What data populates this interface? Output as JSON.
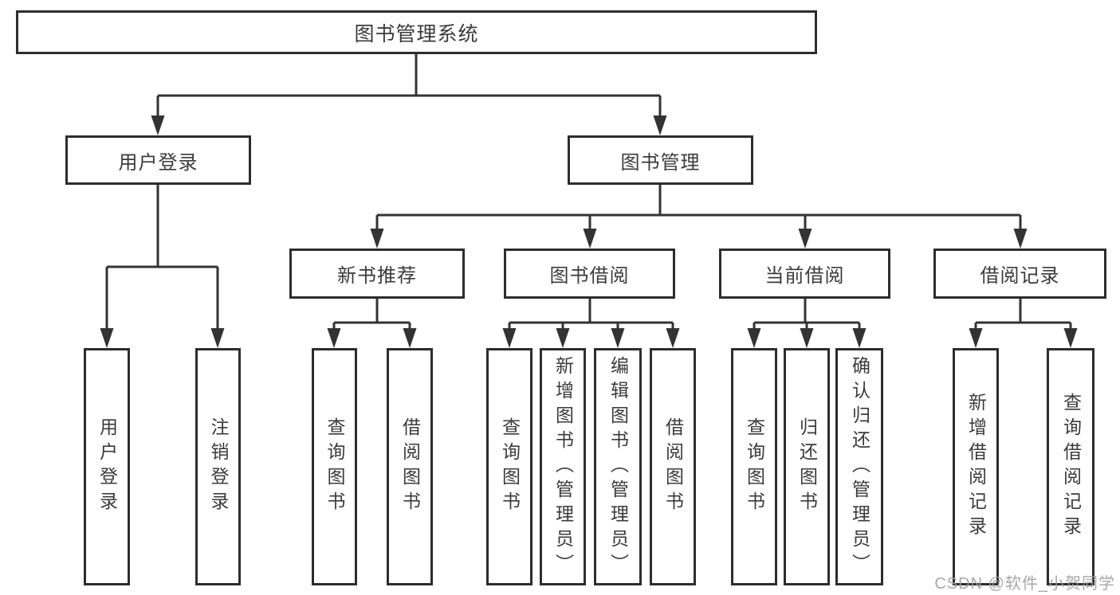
{
  "root": {
    "label": "图书管理系统"
  },
  "level2": [
    {
      "label": "用户登录"
    },
    {
      "label": "图书管理"
    }
  ],
  "level3": [
    {
      "label": "新书推荐"
    },
    {
      "label": "图书借阅"
    },
    {
      "label": "当前借阅"
    },
    {
      "label": "借阅记录"
    }
  ],
  "leaves": [
    {
      "label": "用户登录"
    },
    {
      "label": "注销登录"
    },
    {
      "label": "查询图书"
    },
    {
      "label": "借阅图书"
    },
    {
      "label": "查询图书"
    },
    {
      "label": "新增图书（管理员）"
    },
    {
      "label": "编辑图书（管理员）"
    },
    {
      "label": "借阅图书"
    },
    {
      "label": "查询图书"
    },
    {
      "label": "归还图书"
    },
    {
      "label": "确认归还（管理员）"
    },
    {
      "label": "新增借阅记录"
    },
    {
      "label": "查询借阅记录"
    }
  ],
  "watermark": {
    "text": "CSDN @软件_小贺同学"
  },
  "colors": {
    "line": "#333333",
    "box_border": "#2d2d2d",
    "text": "#3b3b3b",
    "watermark": "#9e9e9e",
    "background": "#ffffff"
  }
}
